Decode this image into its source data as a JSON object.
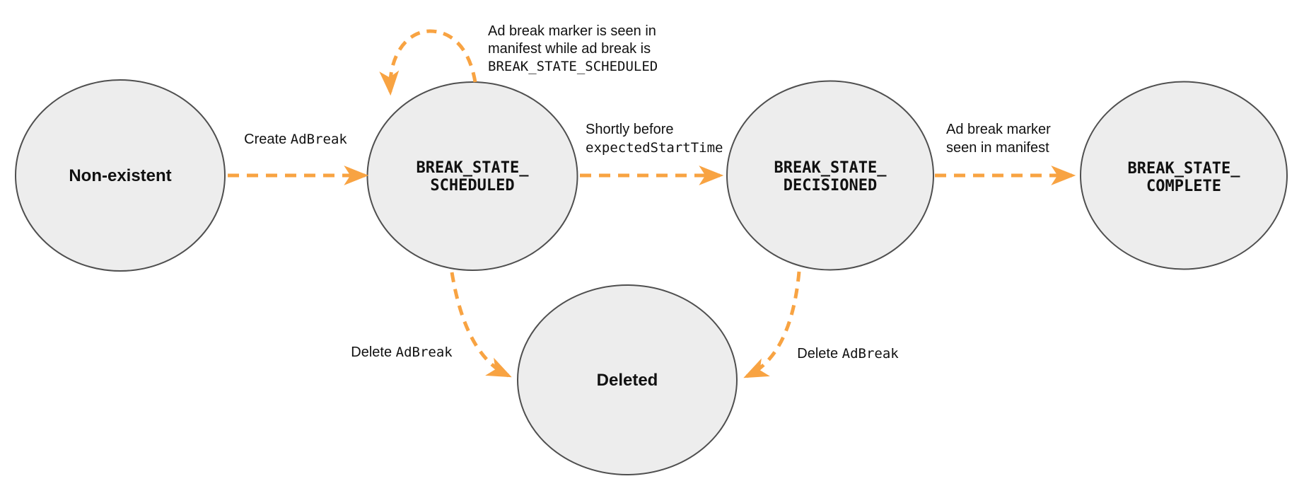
{
  "colors": {
    "accent": "#F8A342",
    "state_fill": "#EDEDED",
    "state_border": "#4F4F4F",
    "text_color": "#111111",
    "bg": "#FFFFFF"
  },
  "diagram": {
    "type": "state-machine",
    "states": {
      "non_existent": {
        "label": "Non-existent"
      },
      "scheduled": {
        "line1": "BREAK_STATE_",
        "line2": "SCHEDULED"
      },
      "decisioned": {
        "line1": "BREAK_STATE_",
        "line2": "DECISIONED"
      },
      "complete": {
        "line1": "BREAK_STATE_",
        "line2": "COMPLETE"
      },
      "deleted": {
        "label": "Deleted"
      }
    },
    "transitions": {
      "create": {
        "from": "non_existent",
        "to": "scheduled",
        "text": "Create ",
        "code": "AdBreak"
      },
      "self_loop": {
        "from": "scheduled",
        "to": "scheduled",
        "line1": "Ad break marker is seen in",
        "line2": "manifest while ad break is",
        "code_line": "BREAK_STATE_SCHEDULED"
      },
      "before_start": {
        "from": "scheduled",
        "to": "decisioned",
        "line1": "Shortly before",
        "code_line": "expectedStartTime"
      },
      "marker_seen": {
        "from": "decisioned",
        "to": "complete",
        "line1": "Ad break marker",
        "line2": "seen in manifest"
      },
      "delete_from_scheduled": {
        "from": "scheduled",
        "to": "deleted",
        "text": "Delete ",
        "code": "AdBreak"
      },
      "delete_from_decisioned": {
        "from": "decisioned",
        "to": "deleted",
        "text": "Delete ",
        "code": "AdBreak"
      }
    }
  }
}
